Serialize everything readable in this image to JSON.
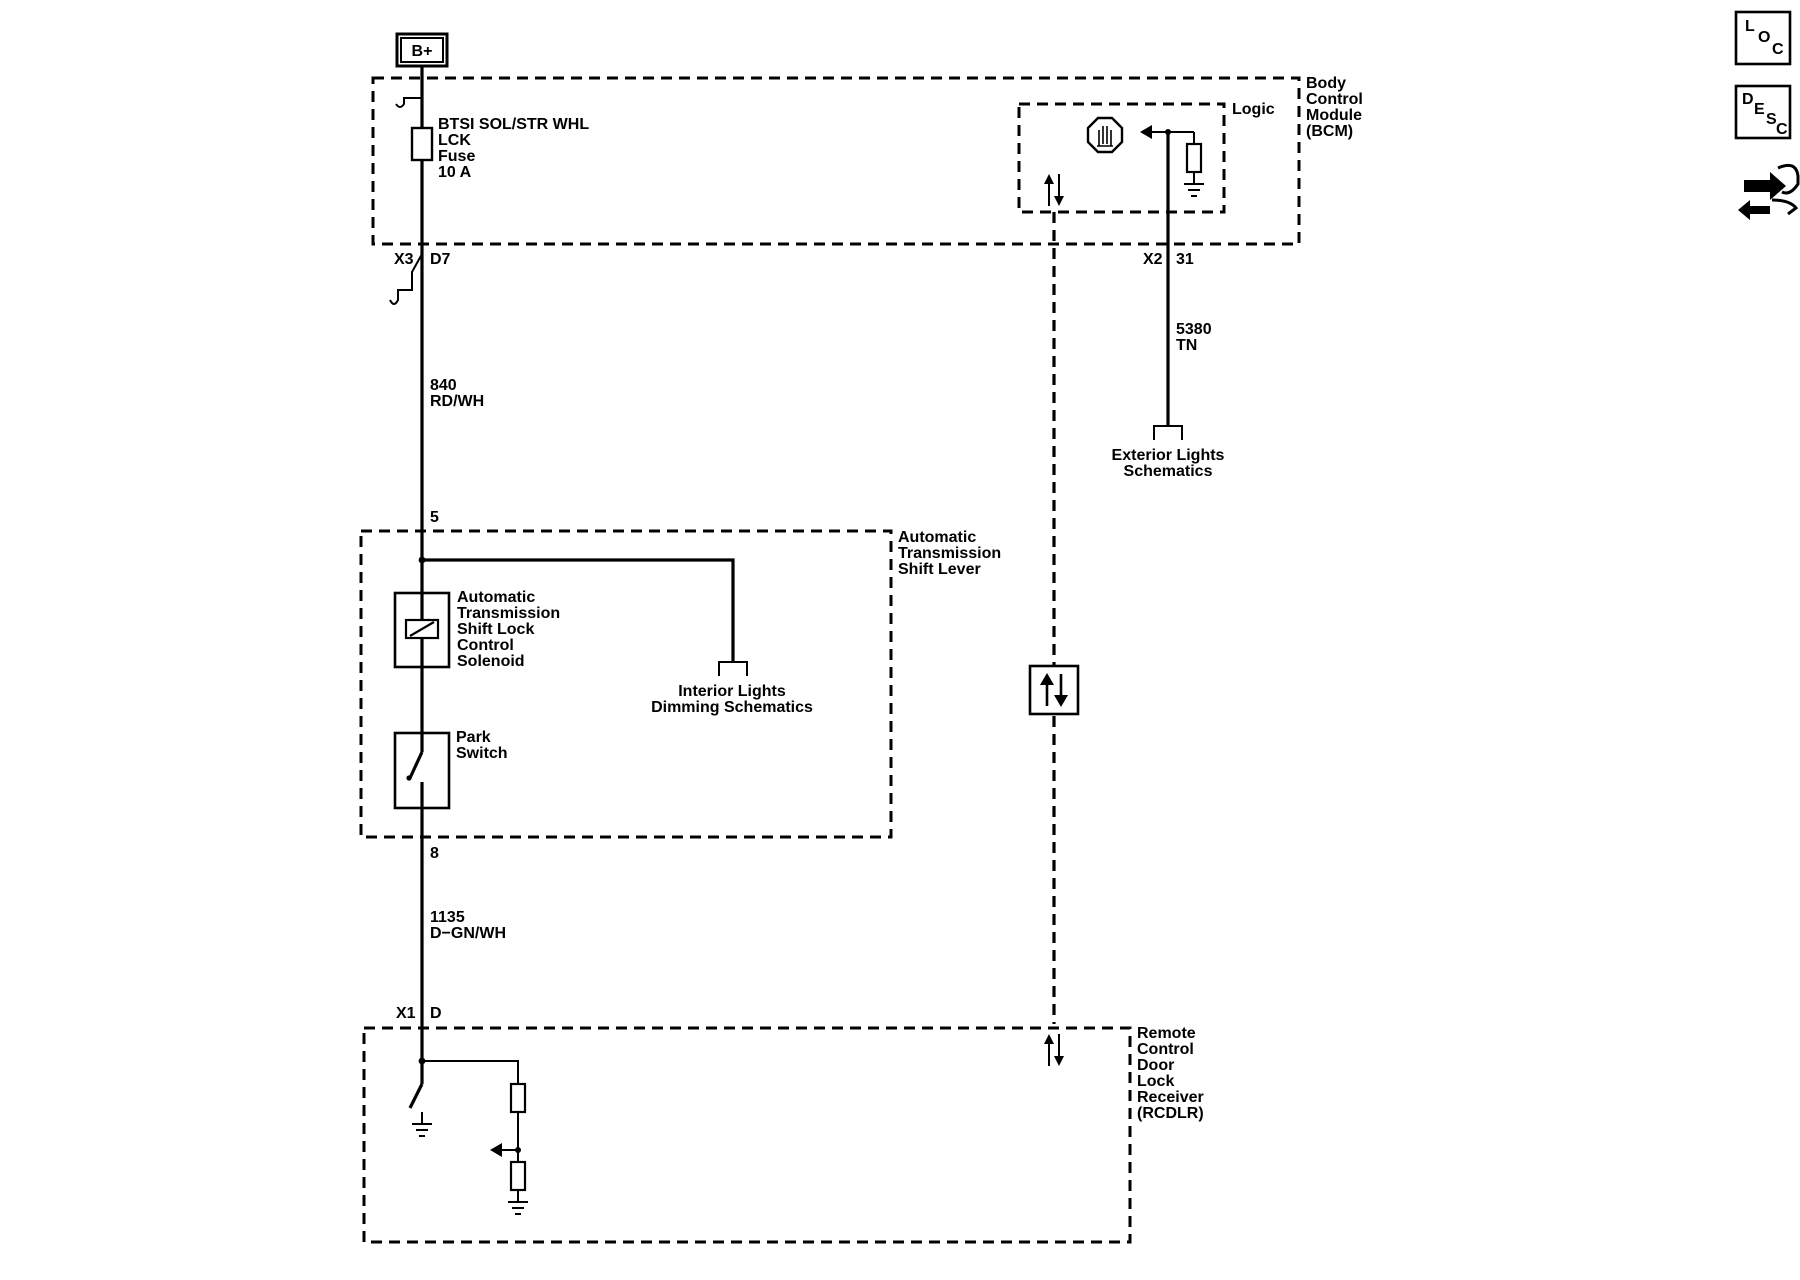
{
  "power": {
    "label": "B+"
  },
  "bcm": {
    "name_lines": [
      "Body",
      "Control",
      "Module",
      "(BCM)"
    ],
    "logic_label": "Logic",
    "fuse_lines": [
      "BTSI SOL/STR WHL",
      "LCK",
      "Fuse",
      "10 A"
    ],
    "connector_x3": "X3",
    "pin_d7": "D7",
    "connector_x2": "X2",
    "pin_31": "31"
  },
  "wires": {
    "w840": {
      "number": "840",
      "color": "RD/WH"
    },
    "w5380": {
      "number": "5380",
      "color": "TN"
    },
    "w1135": {
      "number": "1135",
      "color": "D−GN/WH"
    }
  },
  "exterior_lights": {
    "lines": [
      "Exterior Lights",
      "Schematics"
    ]
  },
  "shift_lever": {
    "name_lines": [
      "Automatic",
      "Transmission",
      "Shift Lever"
    ],
    "pin_top": "5",
    "pin_bottom": "8",
    "solenoid_lines": [
      "Automatic",
      "Transmission",
      "Shift Lock",
      "Control",
      "Solenoid"
    ],
    "park_switch_lines": [
      "Park",
      "Switch"
    ]
  },
  "interior_lights": {
    "lines": [
      "Interior Lights",
      "Dimming Schematics"
    ]
  },
  "rcdlr": {
    "name_lines": [
      "Remote",
      "Control",
      "Door",
      "Lock",
      "Receiver",
      "(RCDLR)"
    ],
    "connector_x1": "X1",
    "pin_d": "D"
  },
  "nav": {
    "loc": {
      "letters": [
        "L",
        "O",
        "C"
      ]
    },
    "desc": {
      "letters": [
        "D",
        "E",
        "S",
        "C"
      ]
    },
    "icons": [
      "location-icon",
      "description-icon",
      "connector-repair-icon"
    ]
  },
  "icons": [
    "hand-stop-icon",
    "serial-data-arrows-icon",
    "ground-icon",
    "resistor-icon",
    "solenoid-coil-icon",
    "switch-icon"
  ]
}
